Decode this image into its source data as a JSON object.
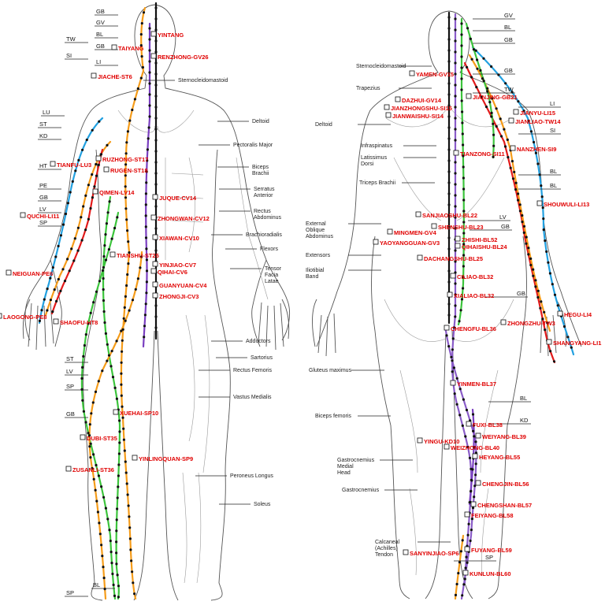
{
  "colors": {
    "GV": "#7a3fc0",
    "CV": "#7a3fc0",
    "LU": "#22a0e0",
    "ST": "#f59c1a",
    "SP": "#3cc43c",
    "HT": "#e21a1a",
    "PE": "#e21a1a",
    "GB": "#3cc43c",
    "KD": "#7a3fc0",
    "LV": "#3cc43c",
    "BL": "#8a5cc8",
    "LI": "#22a0e0",
    "SI": "#e21a1a",
    "TW": "#f59c1a",
    "point_label": "#e00000",
    "acupoint": "#111111"
  },
  "front": {
    "meridian_labels": [
      {
        "id": "gb-top",
        "text": "GB"
      },
      {
        "id": "gv-top",
        "text": "GV"
      },
      {
        "id": "tw",
        "text": "TW"
      },
      {
        "id": "bl",
        "text": "BL"
      },
      {
        "id": "gb-2",
        "text": "GB"
      },
      {
        "id": "si",
        "text": "SI"
      },
      {
        "id": "li",
        "text": "LI"
      },
      {
        "id": "lu",
        "text": "LU"
      },
      {
        "id": "st",
        "text": "ST"
      },
      {
        "id": "kd",
        "text": "KD"
      },
      {
        "id": "ht",
        "text": "HT"
      },
      {
        "id": "pe",
        "text": "PE"
      },
      {
        "id": "gb-3",
        "text": "GB"
      },
      {
        "id": "lv",
        "text": "LV"
      },
      {
        "id": "sp",
        "text": "SP"
      },
      {
        "id": "st-leg",
        "text": "ST"
      },
      {
        "id": "lv-leg",
        "text": "LV"
      },
      {
        "id": "sp-leg",
        "text": "SP"
      },
      {
        "id": "gb-leg",
        "text": "GB"
      },
      {
        "id": "bl-foot",
        "text": "BL"
      },
      {
        "id": "sp-foot",
        "text": "SP"
      }
    ],
    "points": [
      {
        "id": "yintang",
        "text": "YINTANG"
      },
      {
        "id": "taiyang",
        "text": "TAIYANG"
      },
      {
        "id": "renzhong",
        "text": "RENZHONG-GV26"
      },
      {
        "id": "jiache",
        "text": "JIACHE-ST6"
      },
      {
        "id": "tianfu",
        "text": "TIANFU-LU3"
      },
      {
        "id": "ruzhong",
        "text": "RUZHONG-ST17"
      },
      {
        "id": "rugen",
        "text": "RUGEN-ST18"
      },
      {
        "id": "qimen",
        "text": "QIMEN-LV14"
      },
      {
        "id": "quchi",
        "text": "QUCHI-LI11"
      },
      {
        "id": "juque",
        "text": "JUQUE-CV14"
      },
      {
        "id": "zhongwan",
        "text": "ZHONGWAN-CV12"
      },
      {
        "id": "xiawan",
        "text": "XIAWAN-CV10"
      },
      {
        "id": "tianshu",
        "text": "TIANSHU-ST25"
      },
      {
        "id": "yinjiao",
        "text": "YINJIAO-CV7"
      },
      {
        "id": "qihai",
        "text": "QIHAI-CV6"
      },
      {
        "id": "guanyuan",
        "text": "GUANYUAN-CV4"
      },
      {
        "id": "zhongji",
        "text": "ZHONGJI-CV3"
      },
      {
        "id": "neiguan",
        "text": "NEIGUAN-PE6"
      },
      {
        "id": "laogong",
        "text": "LAOGONG-PE8"
      },
      {
        "id": "shaofu",
        "text": "SHAOFU-HT8"
      },
      {
        "id": "xuehai",
        "text": "XUEHAI-SP10"
      },
      {
        "id": "dubi",
        "text": "DUBI-ST35"
      },
      {
        "id": "yinlingquan",
        "text": "YINLINGQUAN-SP9"
      },
      {
        "id": "zusanli",
        "text": "ZUSANLI-ST36"
      }
    ],
    "muscles": [
      {
        "id": "sternocleidomastoid",
        "text": "Sternocleidomastoid"
      },
      {
        "id": "deltoid",
        "text": "Deltoid"
      },
      {
        "id": "pectoralis",
        "text": "Pectoralis Major"
      },
      {
        "id": "biceps",
        "text": "Biceps\nBrachii"
      },
      {
        "id": "serratus",
        "text": "Serratus\nAnterior"
      },
      {
        "id": "rectus-abd",
        "text": "Rectus\nAbdominus"
      },
      {
        "id": "brachioradialis",
        "text": "Brachioradialis"
      },
      {
        "id": "flexors",
        "text": "Flexors"
      },
      {
        "id": "tensor",
        "text": "Tensor\nFacia\nLatae"
      },
      {
        "id": "adductors",
        "text": "Adductors"
      },
      {
        "id": "sartorius",
        "text": "Sartorius"
      },
      {
        "id": "rectus-fem",
        "text": "Rectus Femoris"
      },
      {
        "id": "vastus",
        "text": "Vastus Medialis"
      },
      {
        "id": "peroneus",
        "text": "Peroneus Longus"
      },
      {
        "id": "soleus",
        "text": "Soleus"
      }
    ]
  },
  "back": {
    "meridian_labels": [
      {
        "id": "gv",
        "text": "GV"
      },
      {
        "id": "bl",
        "text": "BL"
      },
      {
        "id": "gb",
        "text": "GB"
      },
      {
        "id": "gb-2",
        "text": "GB"
      },
      {
        "id": "tw",
        "text": "TW"
      },
      {
        "id": "li",
        "text": "LI"
      },
      {
        "id": "si",
        "text": "SI"
      },
      {
        "id": "bl-2",
        "text": "BL"
      },
      {
        "id": "bl-3",
        "text": "BL"
      },
      {
        "id": "lv",
        "text": "LV"
      },
      {
        "id": "gb-3",
        "text": "GB"
      },
      {
        "id": "gb-4",
        "text": "GB"
      },
      {
        "id": "bl-leg",
        "text": "BL"
      },
      {
        "id": "kd-leg",
        "text": "KD"
      },
      {
        "id": "sp-foot",
        "text": "SP"
      }
    ],
    "points": [
      {
        "id": "yamen",
        "text": "YAMEN-GV15"
      },
      {
        "id": "dazhui",
        "text": "DAZHUI-GV14"
      },
      {
        "id": "jianzhongshu",
        "text": "JIANZHONGSHU-SI15"
      },
      {
        "id": "jianwaishu",
        "text": "JIANWAISHU-SI14"
      },
      {
        "id": "jianjing",
        "text": "JIANJING-GB21"
      },
      {
        "id": "jianyu",
        "text": "JIANYU-LI15"
      },
      {
        "id": "jianliao",
        "text": "JIANLIAO-TW14"
      },
      {
        "id": "tianzong",
        "text": "TIANZONG-SI11"
      },
      {
        "id": "nanzhen",
        "text": "NANZHEN-SI9"
      },
      {
        "id": "shouwuli",
        "text": "SHOUWULI-LI13"
      },
      {
        "id": "sanjiaoshu",
        "text": "SANJIAOSHU-BL22"
      },
      {
        "id": "shenshu",
        "text": "SHENSHU-BL23"
      },
      {
        "id": "mingmen",
        "text": "MINGMEN-GV4"
      },
      {
        "id": "zhishi",
        "text": "ZHISHI-BL52"
      },
      {
        "id": "yaoyangguan",
        "text": "YAOYANGGUAN-GV3"
      },
      {
        "id": "qihaishu",
        "text": "QIHAISHU-BL24"
      },
      {
        "id": "dachangshu",
        "text": "DACHANGSHU-BL25"
      },
      {
        "id": "ciliao",
        "text": "CILIAO-BL32"
      },
      {
        "id": "xialiao",
        "text": "XIALIAO-BL32"
      },
      {
        "id": "hegu",
        "text": "HEGU-LI4"
      },
      {
        "id": "zhongzhu",
        "text": "ZHONGZHU-TW3"
      },
      {
        "id": "chengfu",
        "text": "CHENGFU-BL36"
      },
      {
        "id": "shangyang",
        "text": "SHANGYANG-LI1"
      },
      {
        "id": "yinmen",
        "text": "YINMEN-BL37"
      },
      {
        "id": "fuxi",
        "text": "FUXI-BL38"
      },
      {
        "id": "weiyang",
        "text": "WEIYANG-BL39"
      },
      {
        "id": "yingu",
        "text": "YINGU-KD10"
      },
      {
        "id": "weizhong",
        "text": "WEIZHONG-BL40"
      },
      {
        "id": "heyang",
        "text": "HEYANG-BL55"
      },
      {
        "id": "chengjin",
        "text": "CHENGJIN-BL56"
      },
      {
        "id": "chengshan",
        "text": "CHENGSHAN-BL57"
      },
      {
        "id": "feiyang",
        "text": "FEIYANG-BL58"
      },
      {
        "id": "fuyang",
        "text": "FUYANG-BL59"
      },
      {
        "id": "sanyinjiao",
        "text": "SANYINJIAO-SP6"
      },
      {
        "id": "kunlun",
        "text": "KUNLUN-BL60"
      }
    ],
    "muscles": [
      {
        "id": "sternocleidomastoid",
        "text": "Sternocleidomastoid"
      },
      {
        "id": "trapezius",
        "text": "Trapezius"
      },
      {
        "id": "deltoid",
        "text": "Deltoid"
      },
      {
        "id": "infraspinatus",
        "text": "Infraspinatus"
      },
      {
        "id": "latissimus",
        "text": "Latissimus\nDorsi"
      },
      {
        "id": "triceps",
        "text": "Triceps Brachii"
      },
      {
        "id": "ext-oblique",
        "text": "External\nOblique\nAbdominus"
      },
      {
        "id": "extensors",
        "text": "Extensors"
      },
      {
        "id": "iliotibial",
        "text": "Iliotibial\nBand"
      },
      {
        "id": "gluteus",
        "text": "Gluteus maximus"
      },
      {
        "id": "biceps-fem",
        "text": "Biceps femoris"
      },
      {
        "id": "gastro-medial",
        "text": "Gastrocnemius\nMedial\nHead"
      },
      {
        "id": "gastro",
        "text": "Gastrocnemius"
      },
      {
        "id": "calcaneal",
        "text": "Calcaneal\n(Achilles)\nTendon"
      }
    ]
  }
}
